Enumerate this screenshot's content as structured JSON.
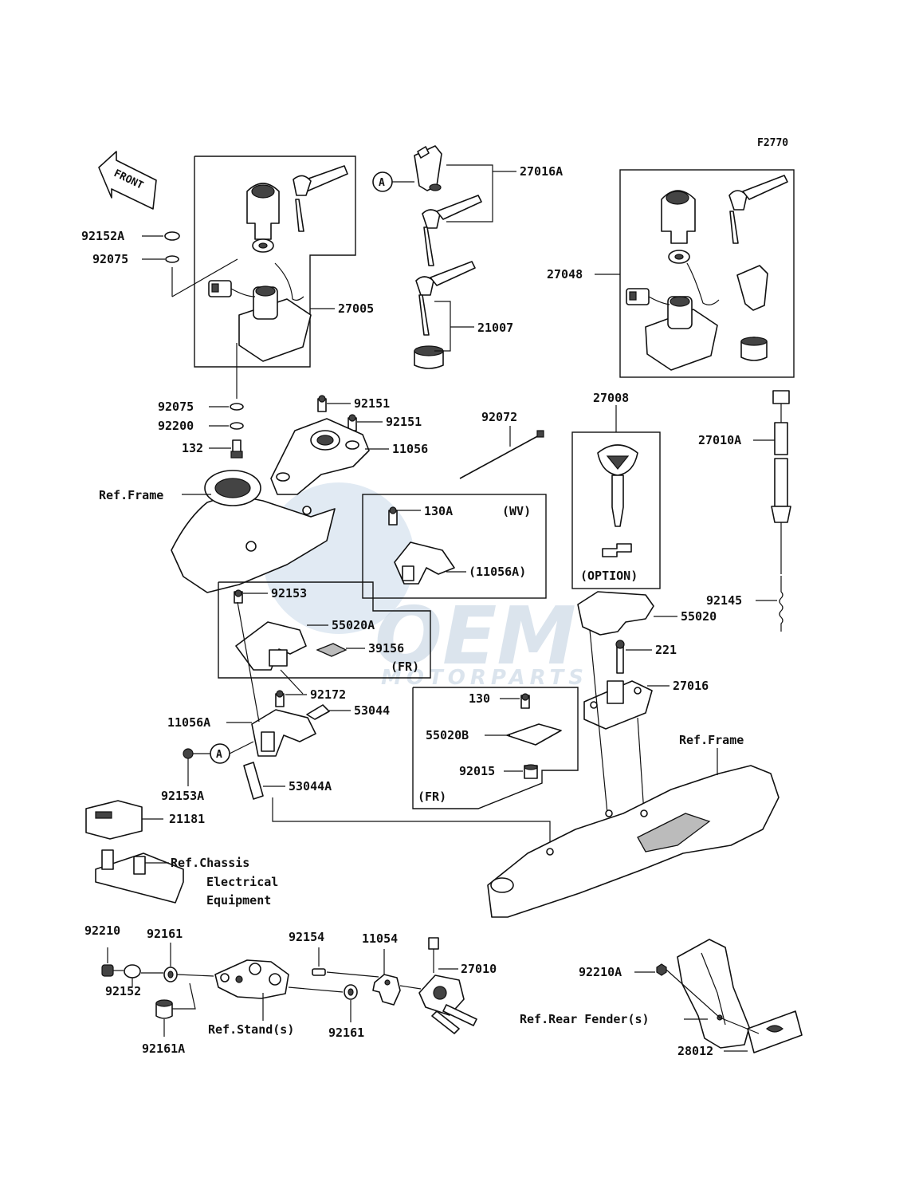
{
  "diagram_code": "F2770",
  "front_label": "FRONT",
  "watermark": {
    "main": "OEM",
    "sub": "MOTORPARTS"
  },
  "callout_a": "A",
  "labels": {
    "l_92152A": "92152A",
    "l_92075_top": "92075",
    "l_27005": "27005",
    "l_27016A": "27016A",
    "l_21007": "21007",
    "l_27048": "27048",
    "l_92075_mid": "92075",
    "l_92200": "92200",
    "l_132": "132",
    "l_92151_a": "92151",
    "l_92151_b": "92151",
    "l_11056": "11056",
    "l_92072": "92072",
    "l_27008": "27008",
    "l_27010A": "27010A",
    "l_ref_frame_1": "Ref.Frame",
    "l_130A": "130A",
    "l_wv": "(WV)",
    "l_11056A_paren": "(11056A)",
    "l_option": "(OPTION)",
    "l_92145": "92145",
    "l_92153": "92153",
    "l_55020A": "55020A",
    "l_39156": "39156",
    "l_fr_1": "(FR)",
    "l_55020": "55020",
    "l_221": "221",
    "l_27016": "27016",
    "l_92172": "92172",
    "l_53044": "53044",
    "l_11056A": "11056A",
    "l_130": "130",
    "l_55020B": "55020B",
    "l_92015": "92015",
    "l_fr_2": "(FR)",
    "l_ref_frame_2": "Ref.Frame",
    "l_92153A": "92153A",
    "l_53044A": "53044A",
    "l_21181": "21181",
    "l_ref_chassis_1": "Ref.Chassis",
    "l_ref_chassis_2": "Electrical",
    "l_ref_chassis_3": "Equipment",
    "l_92210": "92210",
    "l_92161_a": "92161",
    "l_92154": "92154",
    "l_11054": "11054",
    "l_27010": "27010",
    "l_92152": "92152",
    "l_ref_stand": "Ref.Stand(s)",
    "l_92161_b": "92161",
    "l_92161A": "92161A",
    "l_92210A": "92210A",
    "l_ref_rear_fender": "Ref.Rear Fender(s)",
    "l_28012": "28012"
  }
}
